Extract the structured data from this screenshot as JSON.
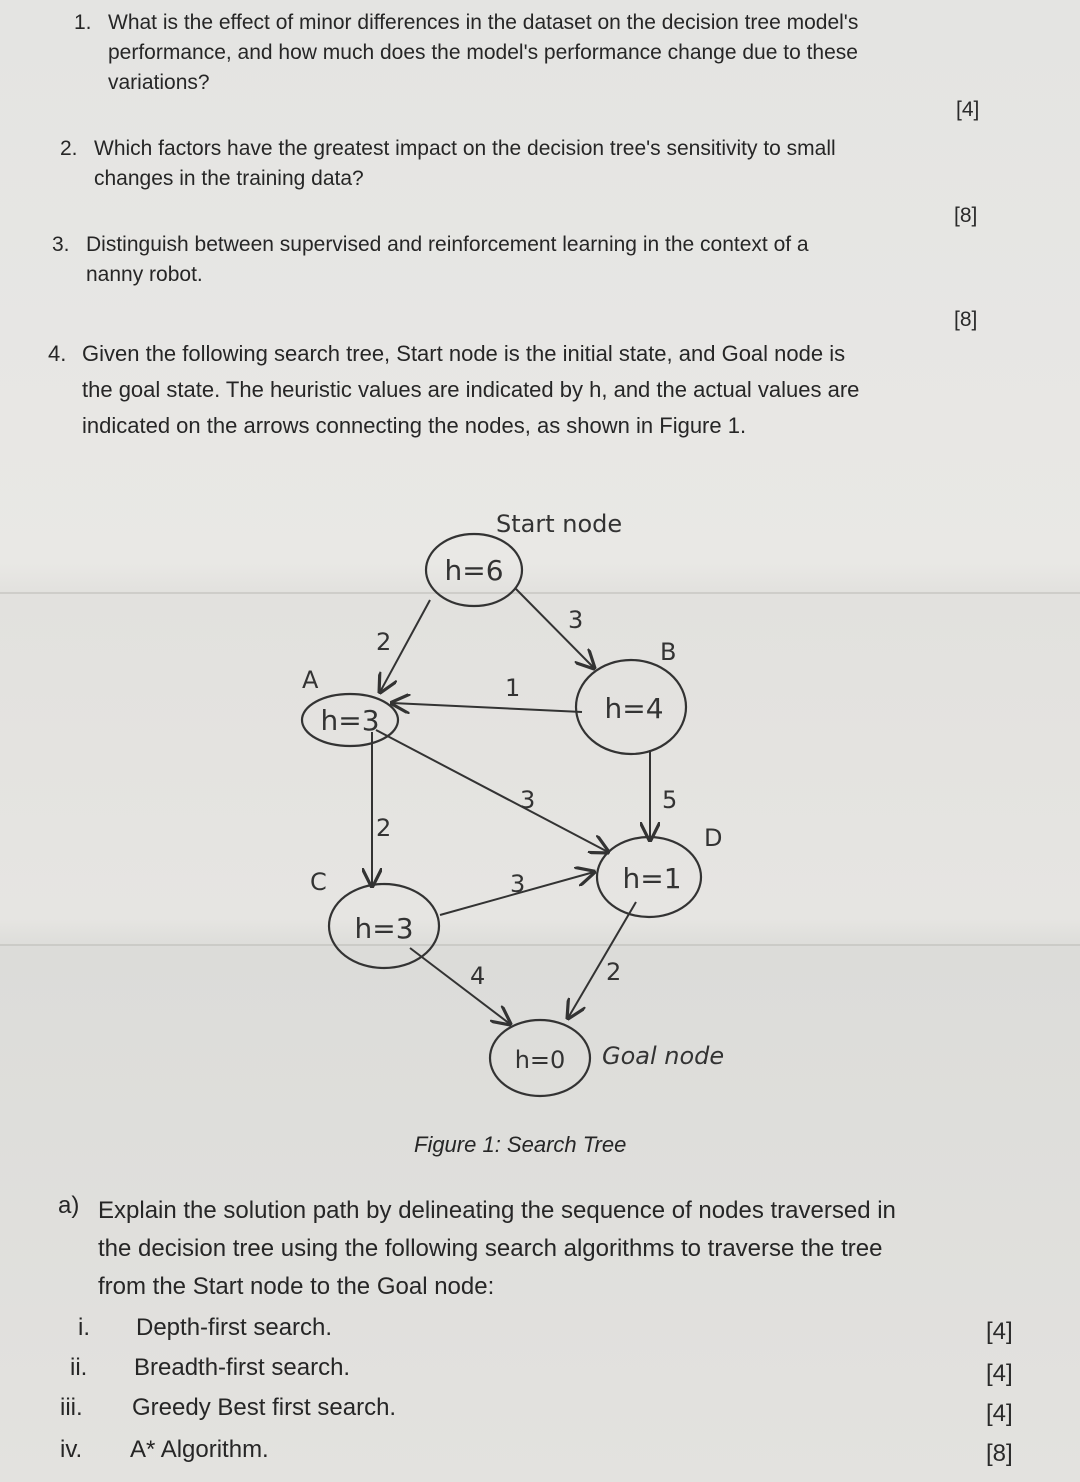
{
  "questions": [
    {
      "number": "1.",
      "line1": "What is the effect of minor differences in the dataset on the decision tree model's",
      "line2": "performance, and how much does the model's performance change due to these",
      "line3": "variations?",
      "marks": "[4]"
    },
    {
      "number": "2.",
      "line1": "Which factors have the greatest impact on the decision tree's sensitivity to small",
      "line2": "changes in the training data?",
      "marks": "[8]"
    },
    {
      "number": "3.",
      "line1": "Distinguish between supervised and reinforcement learning in the context of a",
      "line2": "nanny robot.",
      "marks": "[8]"
    },
    {
      "number": "4.",
      "line1": "Given the following search tree, Start node is the initial state, and Goal node is",
      "line2": "the goal state. The heuristic values are indicated by h, and the actual values are",
      "line3": "indicated on the arrows connecting the nodes, as shown in Figure 1."
    }
  ],
  "figure": {
    "start_label": "Start node",
    "goal_label": "Goal node",
    "nodes": {
      "start": {
        "h": "h=6"
      },
      "A": {
        "name": "A",
        "h": "h=3"
      },
      "B": {
        "name": "B",
        "h": "h=4"
      },
      "C": {
        "name": "C",
        "h": "h=3"
      },
      "D": {
        "name": "D",
        "h": "h=1"
      },
      "goal": {
        "h": "h=0"
      }
    },
    "edges": {
      "start_A": "2",
      "start_B": "3",
      "B_A": "1",
      "A_C": "2",
      "A_D": "3",
      "B_D": "5",
      "C_D": "3",
      "C_goal": "4",
      "D_goal": "2"
    },
    "caption": "Figure 1: Search Tree"
  },
  "part_a": {
    "label": "a)",
    "line1": "Explain the solution path by delineating the sequence of nodes traversed in",
    "line2": "the decision tree using the following search algorithms to traverse the tree",
    "line3": "from the Start node to the Goal node:",
    "items": [
      {
        "numeral": "i.",
        "text": "Depth-first search.",
        "marks": "[4]"
      },
      {
        "numeral": "ii.",
        "text": "Breadth-first search.",
        "marks": "[4]"
      },
      {
        "numeral": "iii.",
        "text": "Greedy Best first search.",
        "marks": "[4]"
      },
      {
        "numeral": "iv.",
        "text": "A* Algorithm.",
        "marks": "[8]"
      }
    ]
  }
}
